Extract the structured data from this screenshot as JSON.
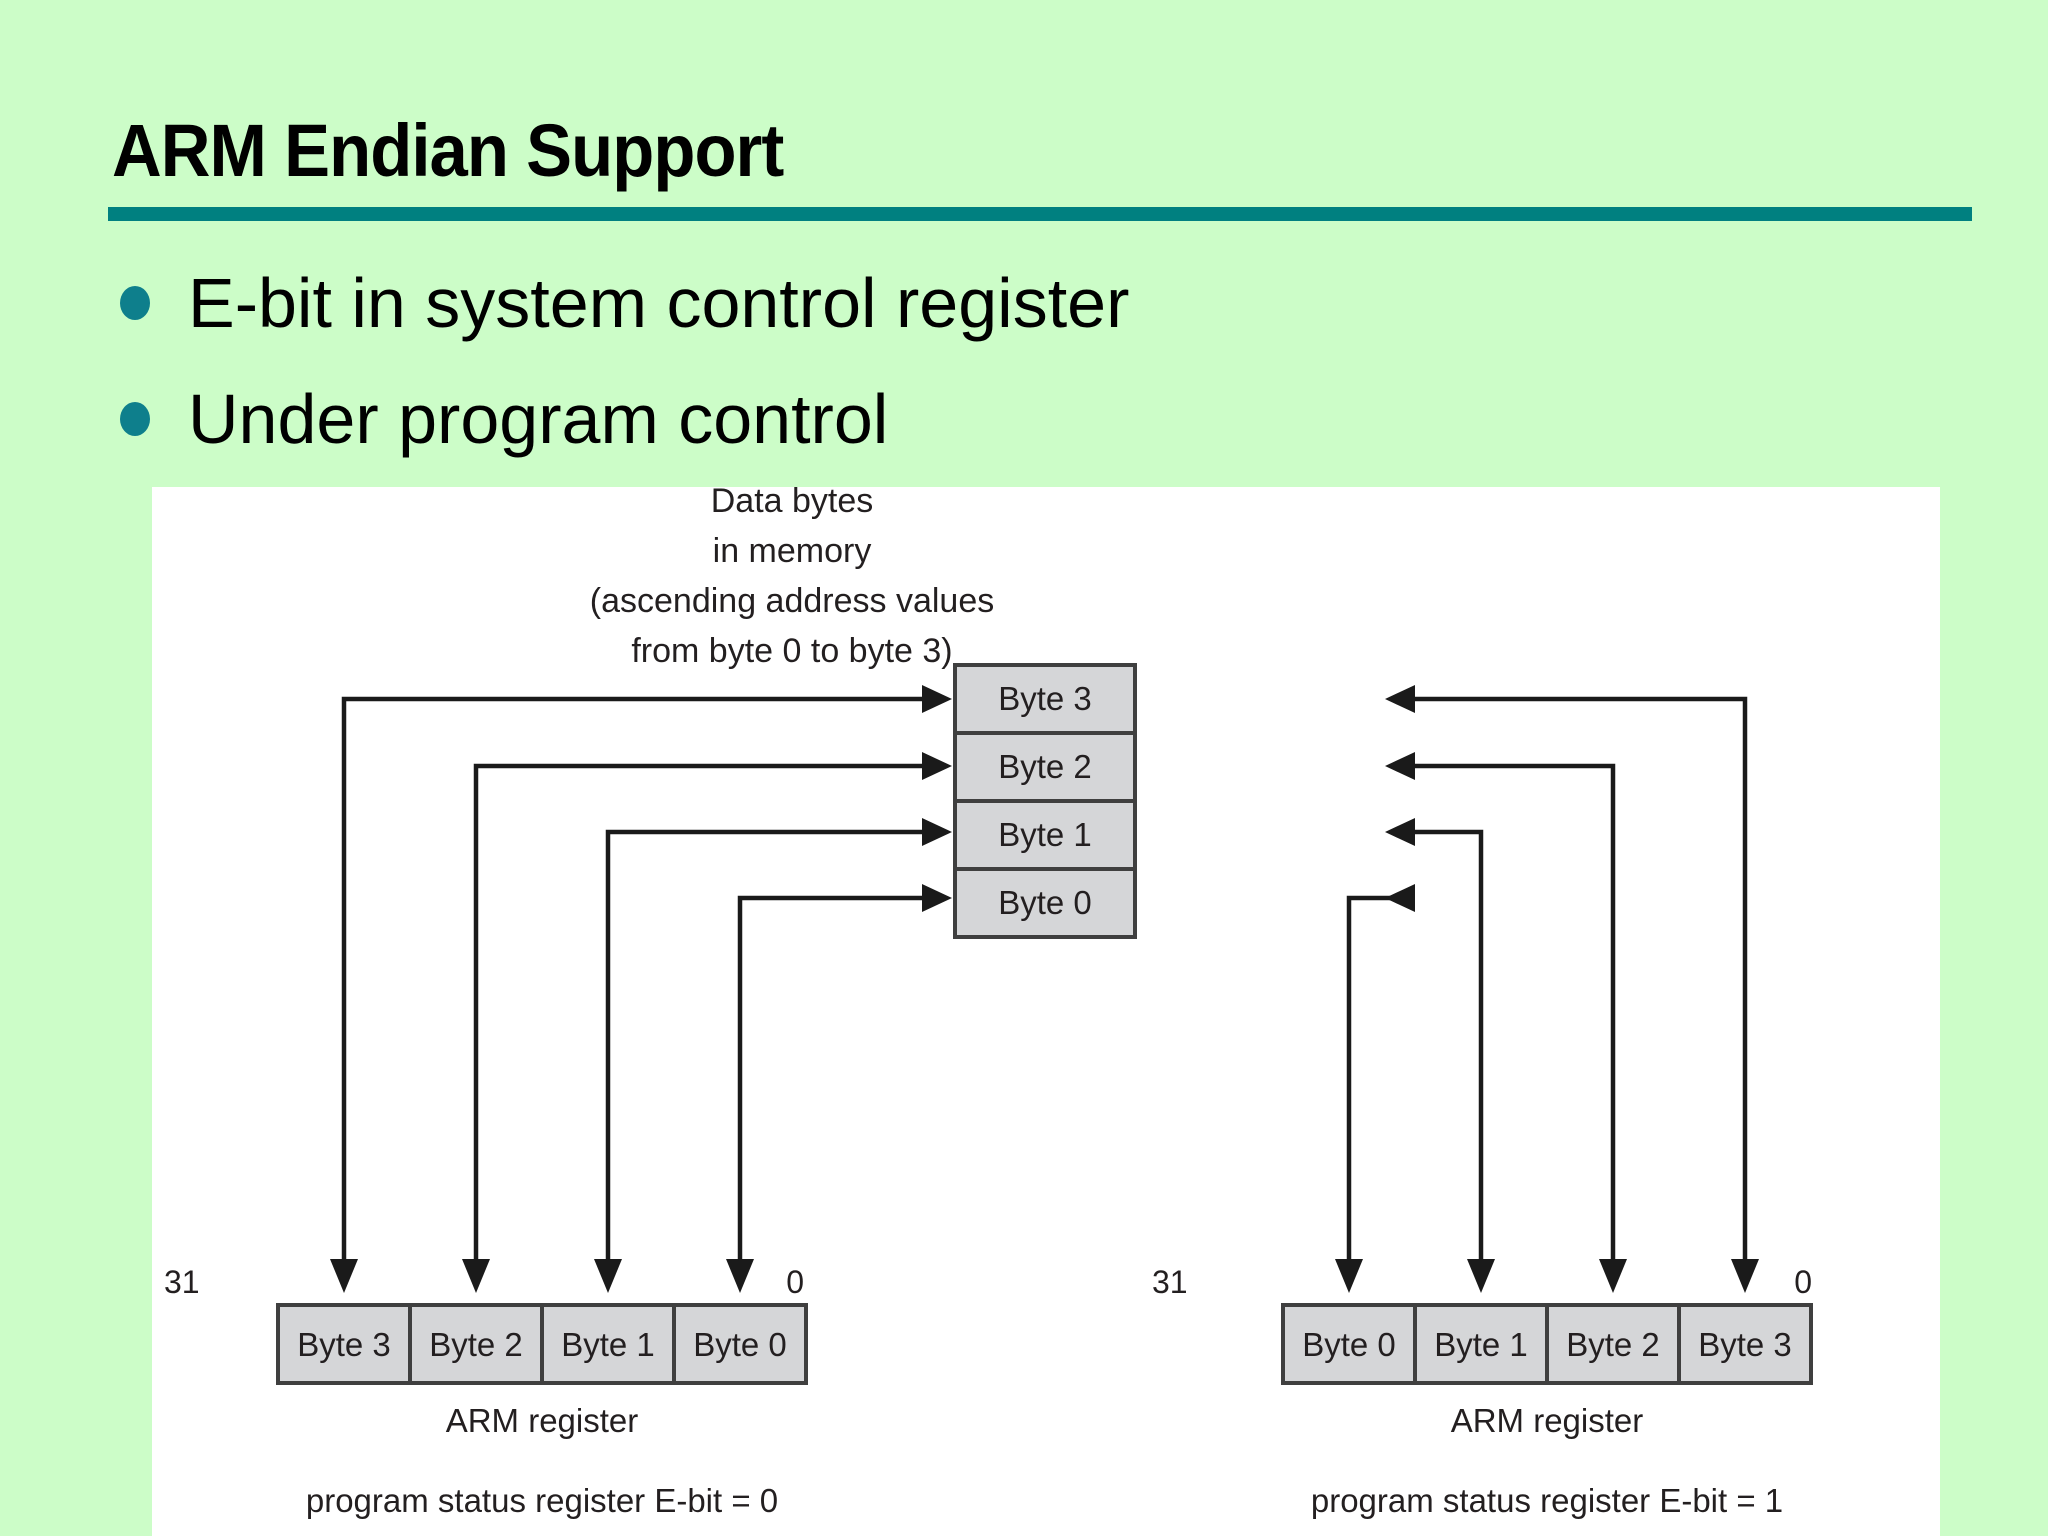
{
  "slide": {
    "background_color": "#ccfdc8",
    "title": "ARM Endian Support",
    "rule_color": "#008080"
  },
  "bullets": [
    {
      "text": "E-bit in system control register",
      "marker": "bullet-dot",
      "marker_color": "#0e7f8c"
    },
    {
      "text": "Under program control",
      "marker": "bullet-dot",
      "marker_color": "#0e7f8c"
    }
  ],
  "figure": {
    "background_color": "#ffffff",
    "memory_caption": [
      "Data bytes",
      "in memory",
      "(ascending address values",
      "from byte 0 to byte 3)"
    ],
    "memory_column": {
      "name": "memory-byte-stack",
      "cells": [
        "Byte 3",
        "Byte 2",
        "Byte 1",
        "Byte 0"
      ],
      "fill_color": "#d5d6d8",
      "border_color": "#3f3f3f"
    },
    "registers": [
      {
        "name": "arm-register-little-endian",
        "msb_label": "31",
        "lsb_label": "0",
        "cells": [
          "Byte 3",
          "Byte 2",
          "Byte 1",
          "Byte 0"
        ],
        "caption": "ARM register",
        "status_caption": "program status register E-bit = 0"
      },
      {
        "name": "arm-register-big-endian",
        "msb_label": "31",
        "lsb_label": "0",
        "cells": [
          "Byte 0",
          "Byte 1",
          "Byte 2",
          "Byte 3"
        ],
        "caption": "ARM register",
        "status_caption": "program status register E-bit = 1"
      }
    ]
  }
}
